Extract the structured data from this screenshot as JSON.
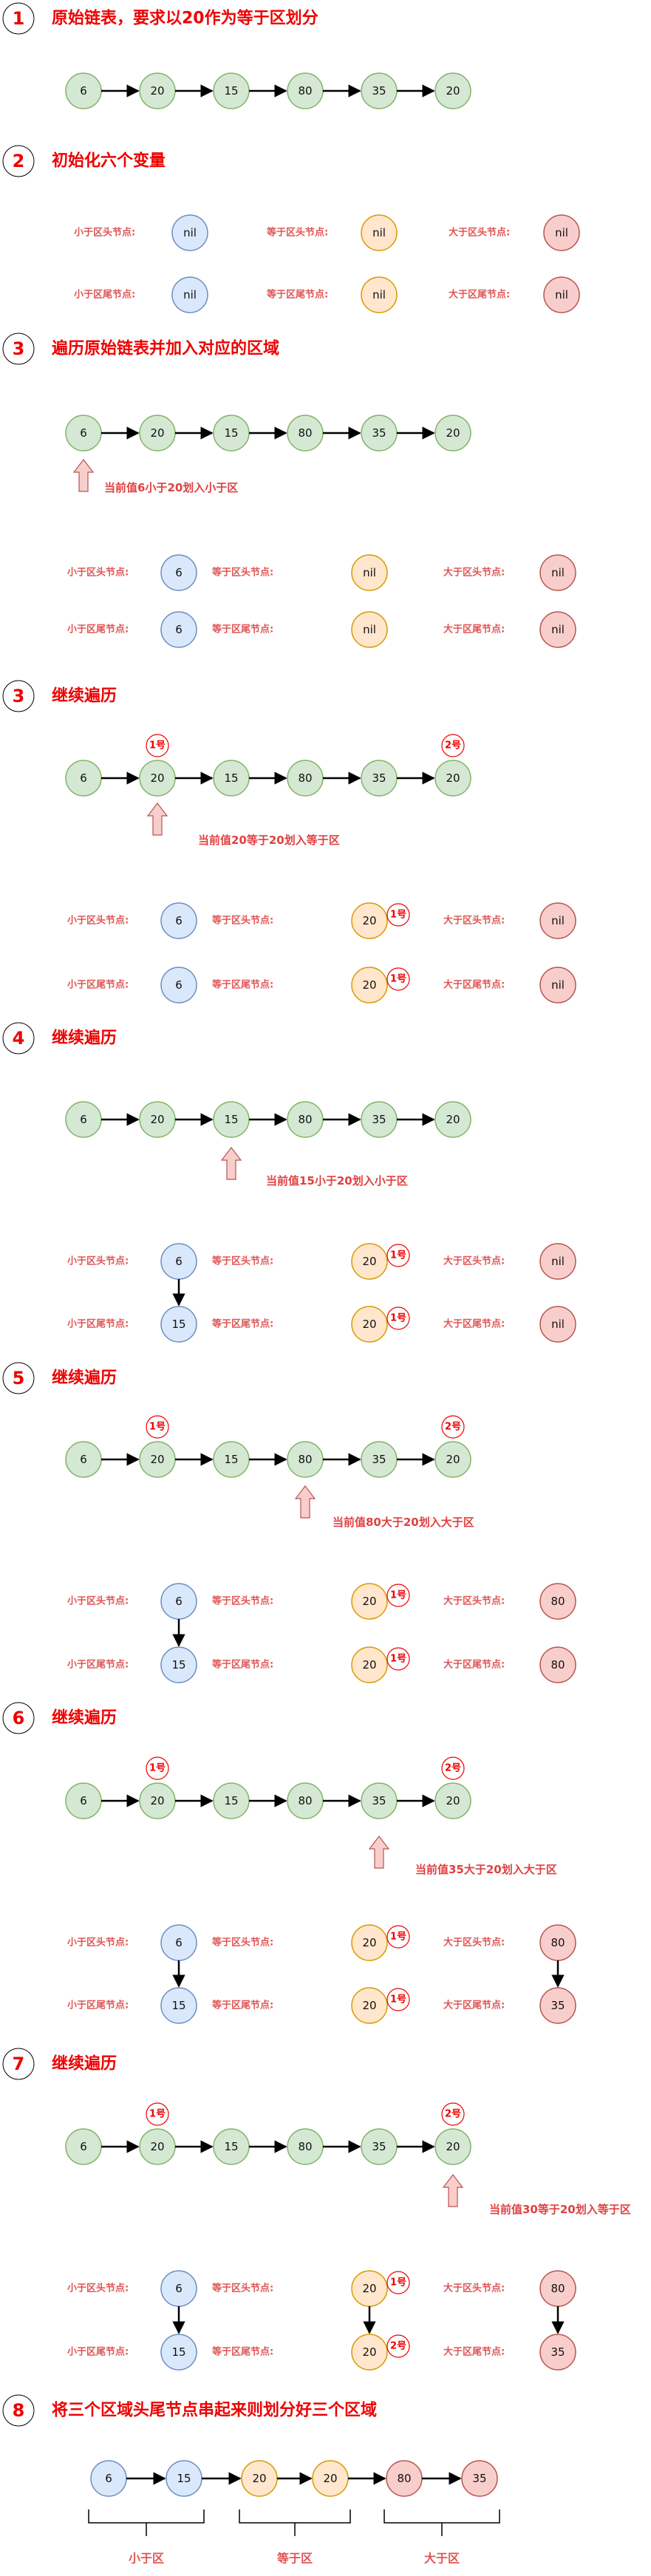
{
  "colors": {
    "green_fill": "#d5e8d4",
    "green_stroke": "#82b366",
    "blue_fill": "#dae8fc",
    "blue_stroke": "#6c8ebf",
    "orange_fill": "#ffe6cc",
    "orange_stroke": "#d79b00",
    "red_fill": "#f8cecc",
    "red_stroke": "#b85450",
    "title_red": "#ee0000",
    "label_red": "#e05555"
  },
  "labels": {
    "small_head": "小于区头节点:",
    "small_tail": "小于区尾节点:",
    "equal_head": "等于区头节点:",
    "equal_tail": "等于区尾节点:",
    "large_head": "大于区头节点:",
    "large_tail": "大于区尾节点:",
    "badge1": "1号",
    "badge2": "2号",
    "nil": "nil"
  },
  "list_values": [
    "6",
    "20",
    "15",
    "80",
    "35",
    "20"
  ],
  "steps": [
    {
      "num": "1",
      "title": "原始链表，要求以20作为等于区划分"
    },
    {
      "num": "2",
      "title": "初始化六个变量"
    },
    {
      "num": "3",
      "title": "遍历原始链表并加入对应的区域",
      "annotation": "当前值6小于20划入小于区"
    },
    {
      "num": "3",
      "title": "继续遍历",
      "annotation": "当前值20等于20划入等于区"
    },
    {
      "num": "4",
      "title": "继续遍历",
      "annotation": "当前值15小于20划入小于区"
    },
    {
      "num": "5",
      "title": "继续遍历",
      "annotation": "当前值80大于20划入大于区"
    },
    {
      "num": "6",
      "title": "继续遍历",
      "annotation": "当前值35大于20划入大于区"
    },
    {
      "num": "7",
      "title": "继续遍历",
      "annotation": "当前值30等于20划入等于区"
    },
    {
      "num": "8",
      "title": "将三个区域头尾节点串起来则划分好三个区域"
    }
  ],
  "final_chain": {
    "nodes": [
      "6",
      "15",
      "20",
      "20",
      "80",
      "35"
    ],
    "regions": [
      "小于区",
      "等于区",
      "大于区"
    ]
  }
}
